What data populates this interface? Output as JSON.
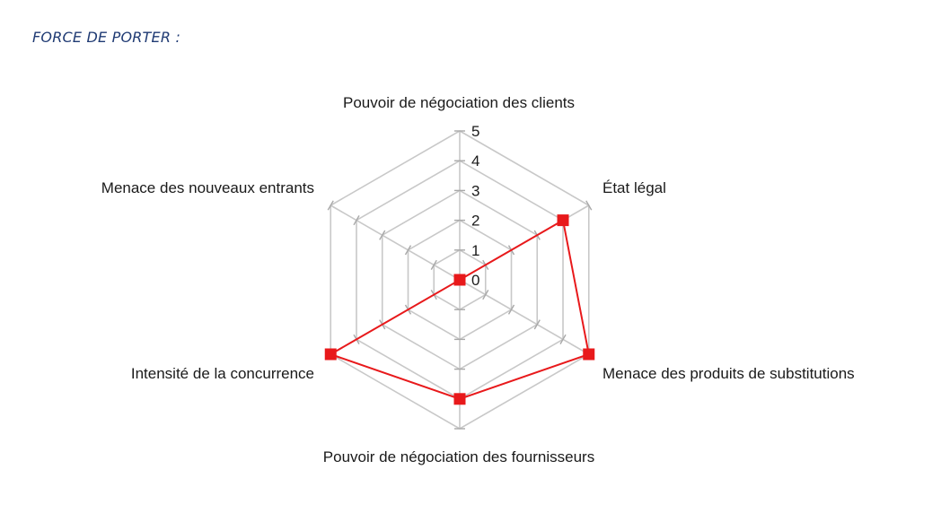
{
  "page": {
    "heading": "FORCE DE PORTER :",
    "heading_color": "#1f3a73"
  },
  "chart_data": {
    "type": "radar",
    "title": "",
    "axes": [
      "Pouvoir de négociation des clients",
      "État légal",
      "Menace des produits de substitutions",
      "Pouvoir de négociation des fournisseurs",
      "Intensité de la concurrence",
      "Menace des nouveaux entrants"
    ],
    "series": [
      {
        "values": [
          0,
          4,
          5,
          4,
          5,
          0
        ],
        "color": "#e8191b",
        "marker": "square"
      }
    ],
    "rlim": [
      0,
      5
    ],
    "ticks": [
      "0",
      "1",
      "2",
      "3",
      "4",
      "5"
    ],
    "grid": true,
    "grid_color": "#c8c8c8",
    "legend": "none"
  }
}
